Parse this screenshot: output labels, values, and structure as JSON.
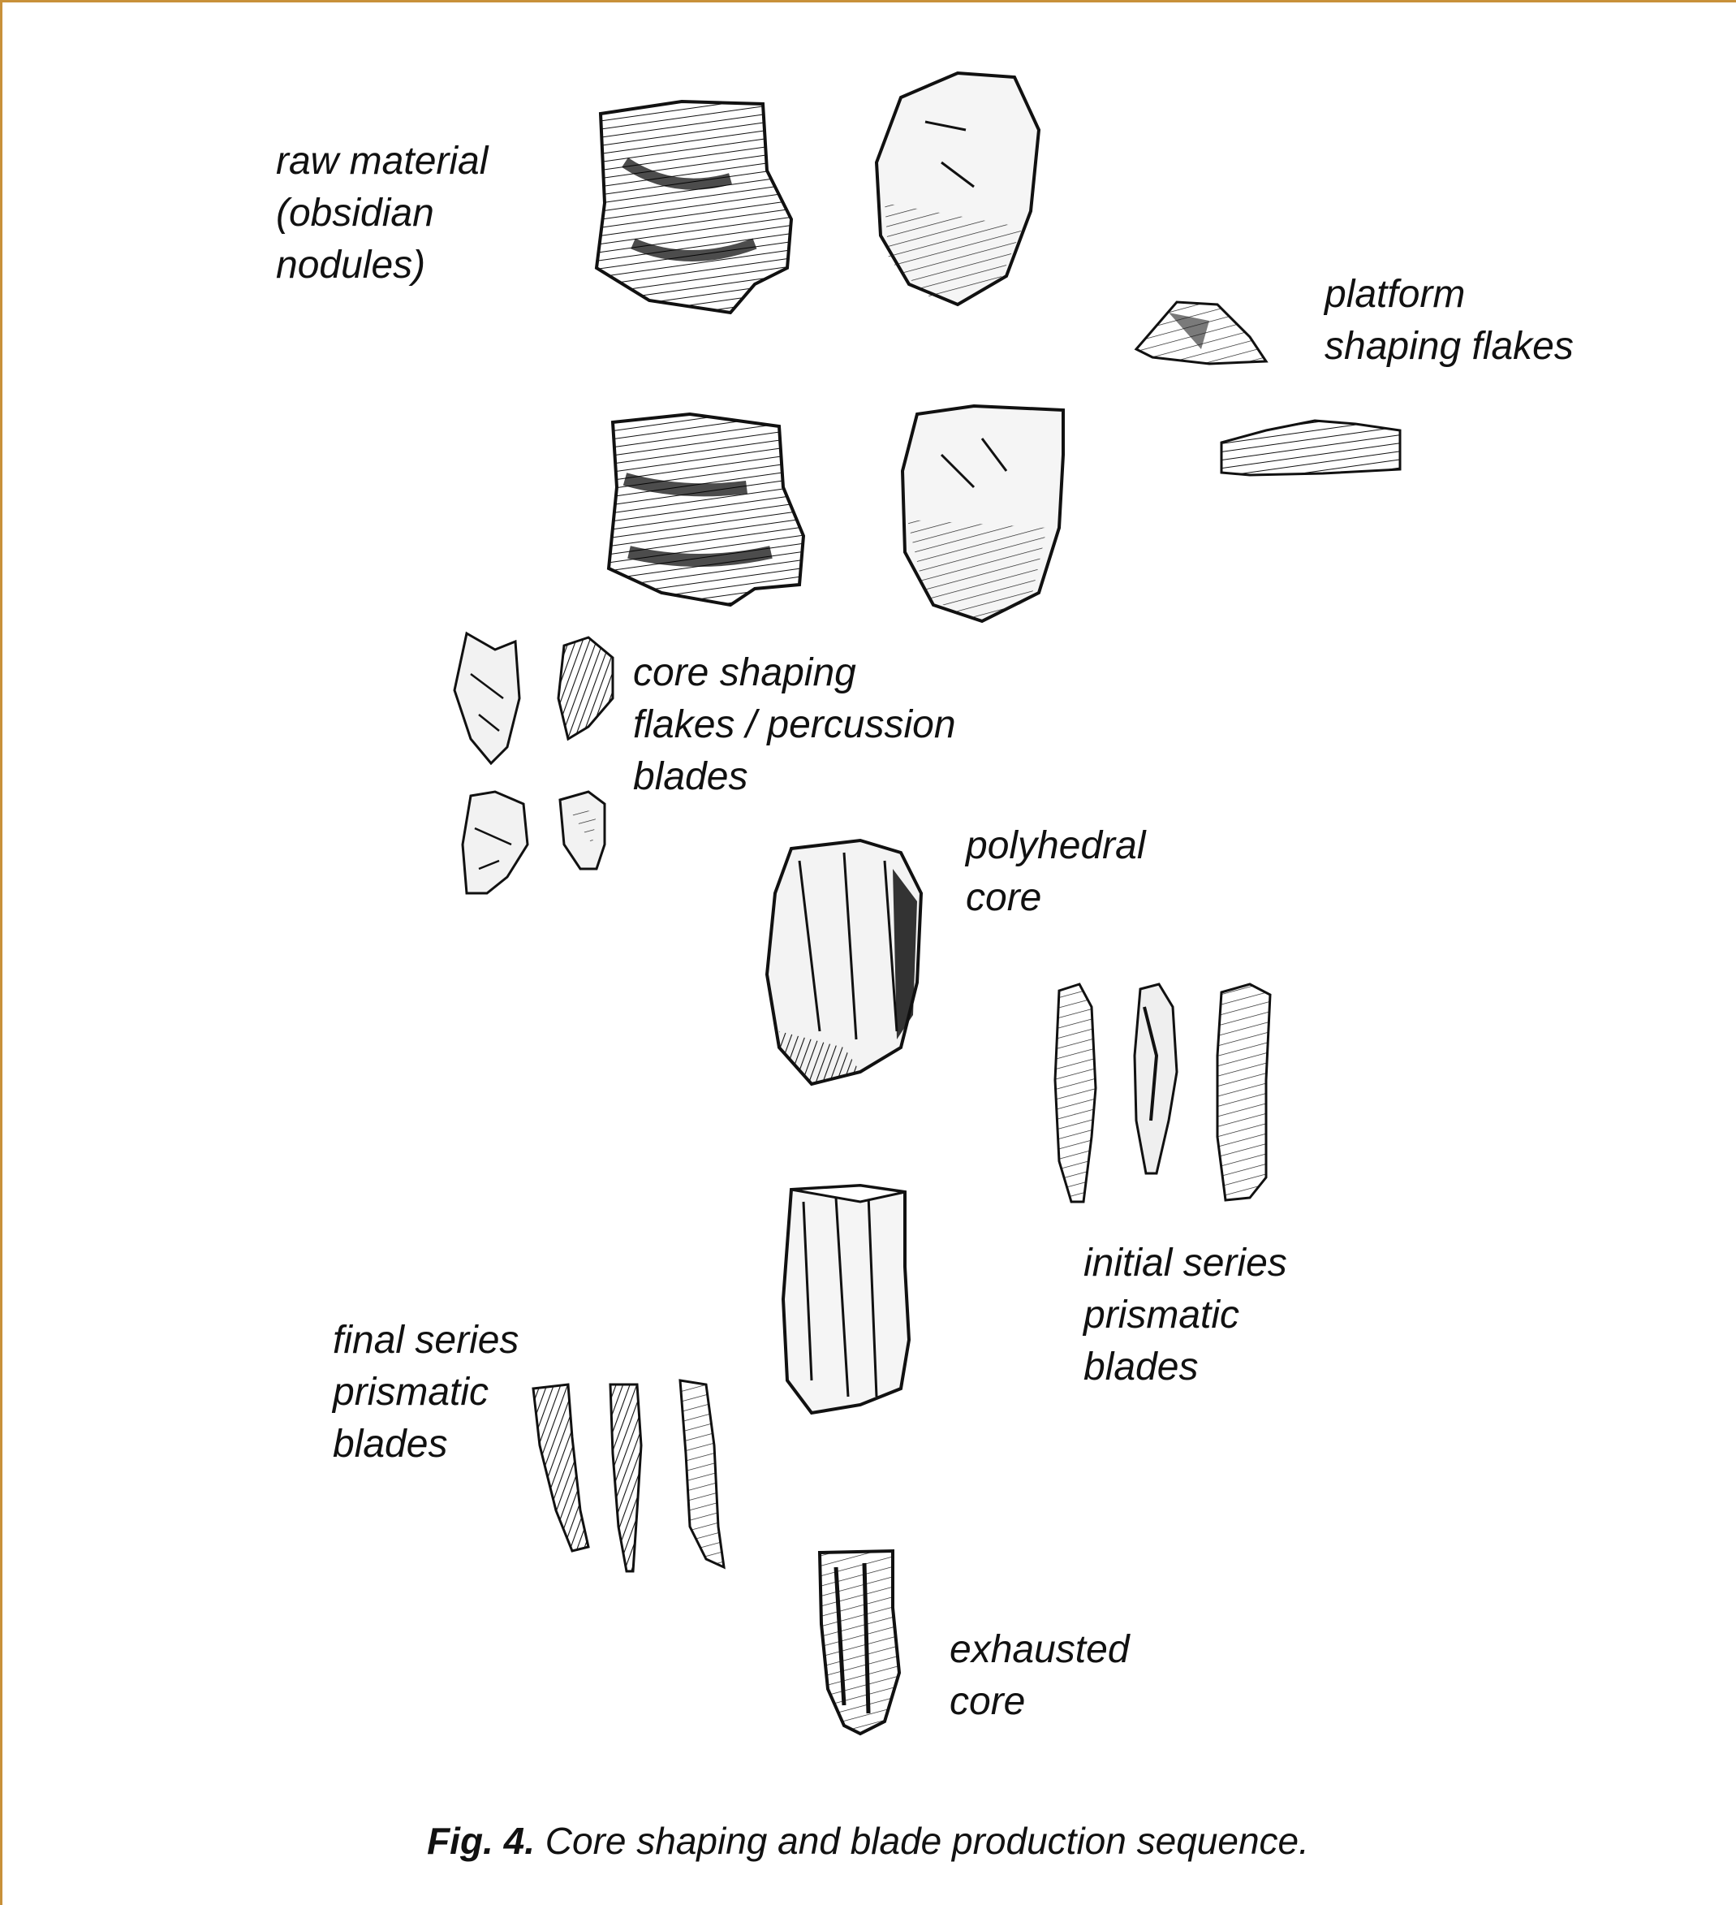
{
  "labels": {
    "raw_material": [
      "raw material",
      "(obsidian",
      "nodules)"
    ],
    "platform_flakes": [
      "platform",
      "shaping flakes"
    ],
    "core_shaping": [
      "core shaping",
      "flakes / percussion",
      "blades"
    ],
    "polyhedral_core": [
      "polyhedral",
      "core"
    ],
    "initial_series": [
      "initial series",
      "prismatic",
      "blades"
    ],
    "final_series": [
      "final series",
      "prismatic",
      "blades"
    ],
    "exhausted_core": [
      "exhausted",
      "core"
    ]
  },
  "caption": {
    "fig_label": "Fig. 4.",
    "text": "Core shaping and blade production sequence."
  },
  "colors": {
    "frame": "#c8913a",
    "ink": "#111111"
  }
}
